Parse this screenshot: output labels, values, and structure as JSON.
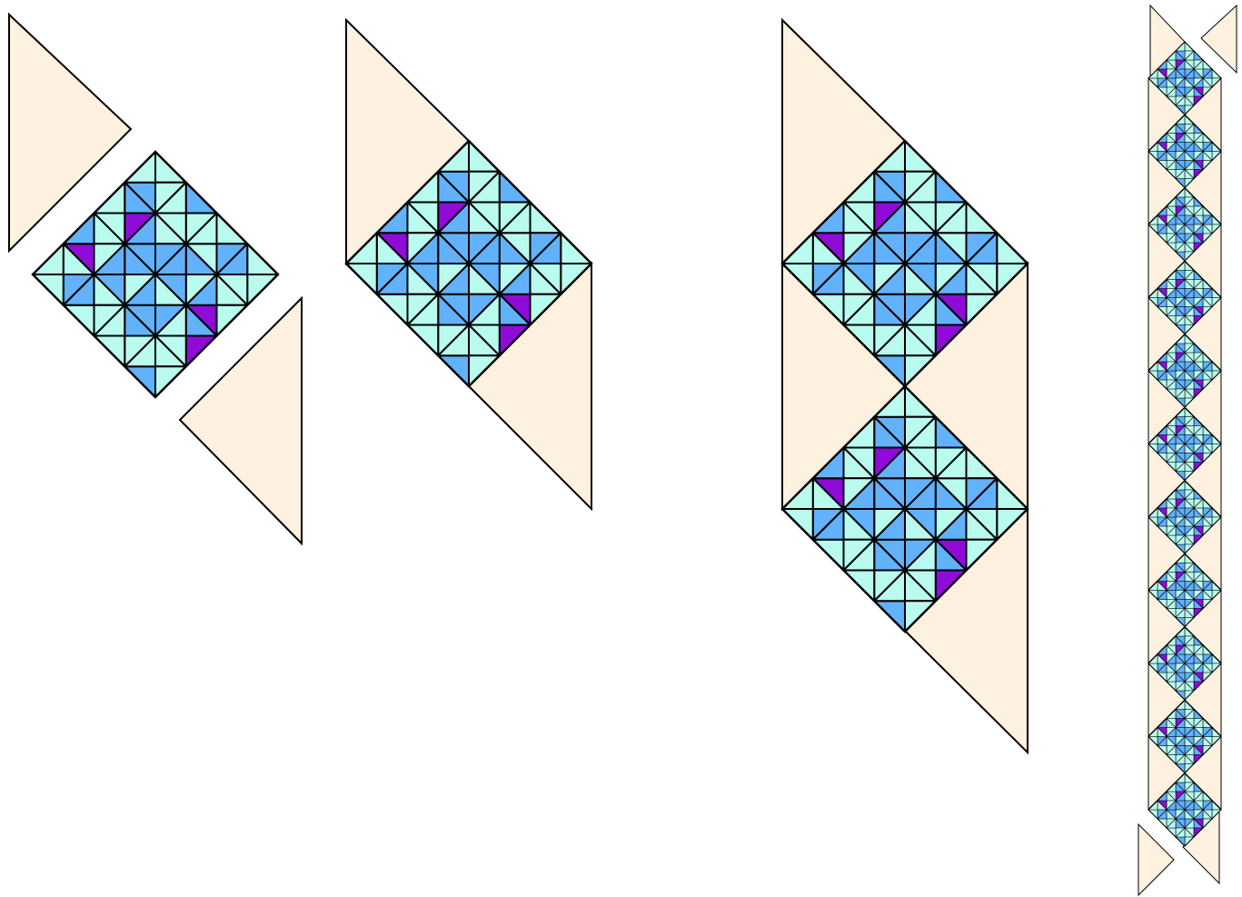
{
  "colors": {
    "background": "#ffffff",
    "setting_triangle": "#fff1e0",
    "outline": "#000000",
    "light_aqua": "#b9fbef",
    "medium_blue": "#62b1fb",
    "purple": "#8f0bd8"
  },
  "figures": [
    {
      "id": "exploded-block-with-setting-triangles",
      "block_count": 1
    },
    {
      "id": "assembled-unit",
      "block_count": 1
    },
    {
      "id": "two-unit-strip",
      "block_count": 2
    },
    {
      "id": "full-column-strip",
      "block_count": 11
    }
  ]
}
